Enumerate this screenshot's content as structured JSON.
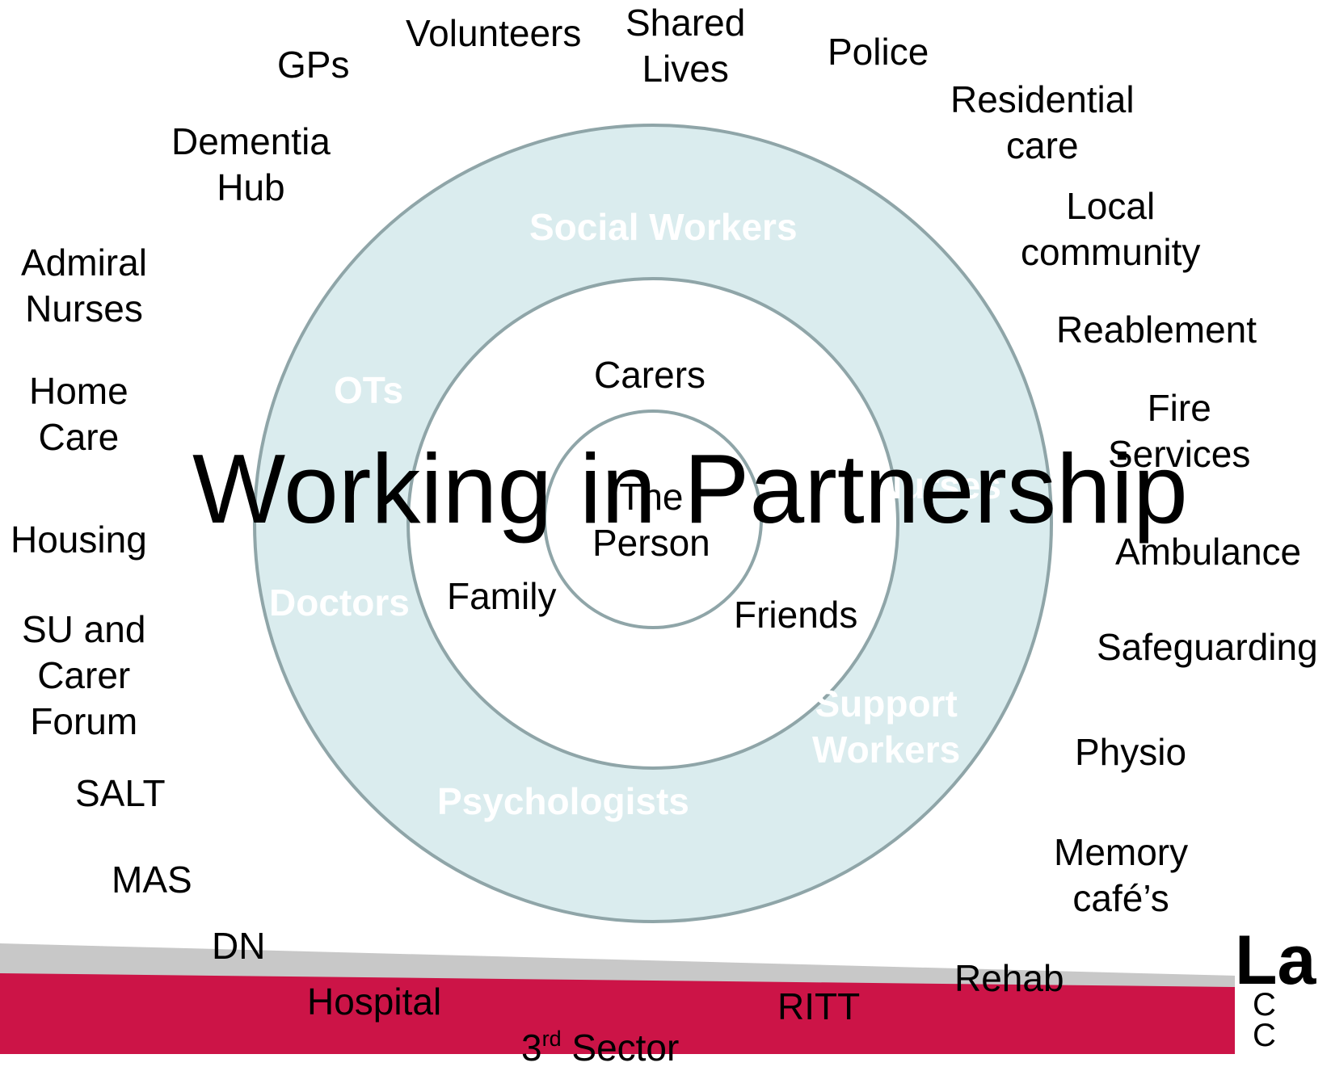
{
  "title": "Working in Partnership",
  "centre": "The\nPerson",
  "inner_ring": [
    "Carers",
    "Family",
    "Friends"
  ],
  "middle_ring": [
    "Social Workers",
    "OTs",
    "Nurses",
    "Doctors",
    "Support\nWorkers",
    "Psychologists"
  ],
  "outer": {
    "gps": "GPs",
    "volunteers": "Volunteers",
    "shared_lives": "Shared\nLives",
    "police": "Police",
    "residential_care": "Residential\ncare",
    "dementia_hub": "Dementia\nHub",
    "local_community": "Local\ncommunity",
    "admiral_nurses": "Admiral\nNurses",
    "reablement": "Reablement",
    "home_care": "Home\nCare",
    "fire_services": "Fire\nServices",
    "housing": "Housing",
    "ambulance": "Ambulance",
    "su_carer_forum": "SU and\nCarer\nForum",
    "safeguarding": "Safeguarding",
    "physio": "Physio",
    "salt": "SALT",
    "mas": "MAS",
    "memory_cafes": "Memory\ncafé’s",
    "dn": "DN",
    "rehab": "Rehab",
    "hospital": "Hospital",
    "ritt": "RITT",
    "third_sector_num": "3",
    "third_sector_sup": "rd",
    "third_sector_text": " Sector"
  },
  "logo": {
    "line1": "La",
    "line2": "C",
    "line3": "C"
  },
  "colors": {
    "ring_fill": "#daecee",
    "ring_stroke": "#8fa5a8",
    "banner_red": "#cc1447",
    "banner_grey": "#c8c8c8"
  }
}
